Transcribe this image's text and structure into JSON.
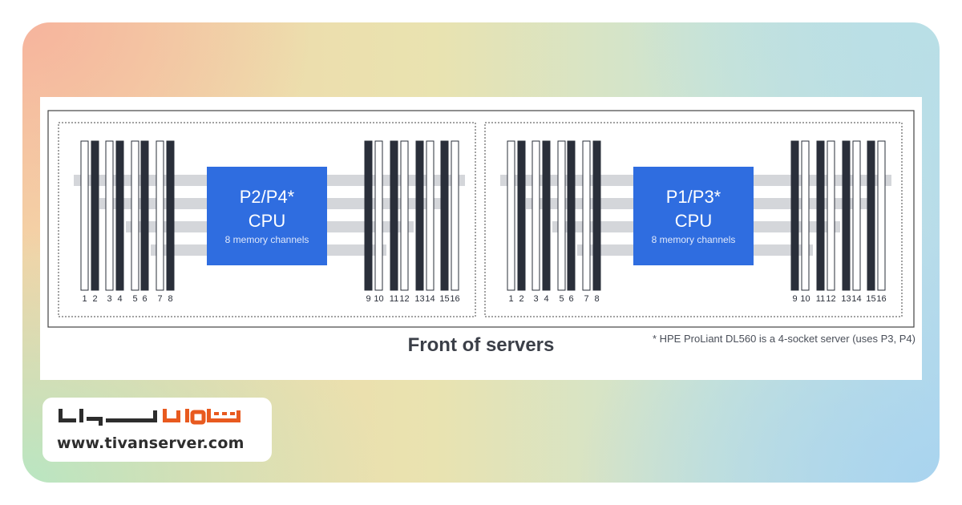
{
  "diagram": {
    "cpus": [
      {
        "name": "P2/P4*",
        "type": "CPU",
        "channels": "8 memory channels"
      },
      {
        "name": "P1/P3*",
        "type": "CPU",
        "channels": "8 memory channels"
      }
    ],
    "slot_labels_left": [
      "1",
      "2",
      "3",
      "4",
      "5",
      "6",
      "7",
      "8"
    ],
    "slot_labels_right": [
      "9",
      "10",
      "11",
      "12",
      "13",
      "14",
      "15",
      "16"
    ],
    "slot_fill_left": [
      "empty",
      "filled",
      "empty",
      "filled",
      "empty",
      "filled",
      "empty",
      "filled"
    ],
    "slot_fill_right": [
      "filled",
      "empty",
      "filled",
      "empty",
      "filled",
      "empty",
      "filled",
      "empty"
    ],
    "caption": "Front of servers",
    "footnote": "* HPE ProLiant DL560 is a 4-socket server (uses P3, P4)"
  },
  "colors": {
    "cpu_fill": "#2f6de0",
    "dimm_filled": "#2a2f3a",
    "dimm_empty": "#ffffff",
    "bus": "#d4d6da"
  },
  "brand": {
    "logo_text": "تیوان سرور",
    "url": "www.tivanserver.com",
    "accent": "#e85a1f",
    "dark": "#2d2d2d"
  }
}
